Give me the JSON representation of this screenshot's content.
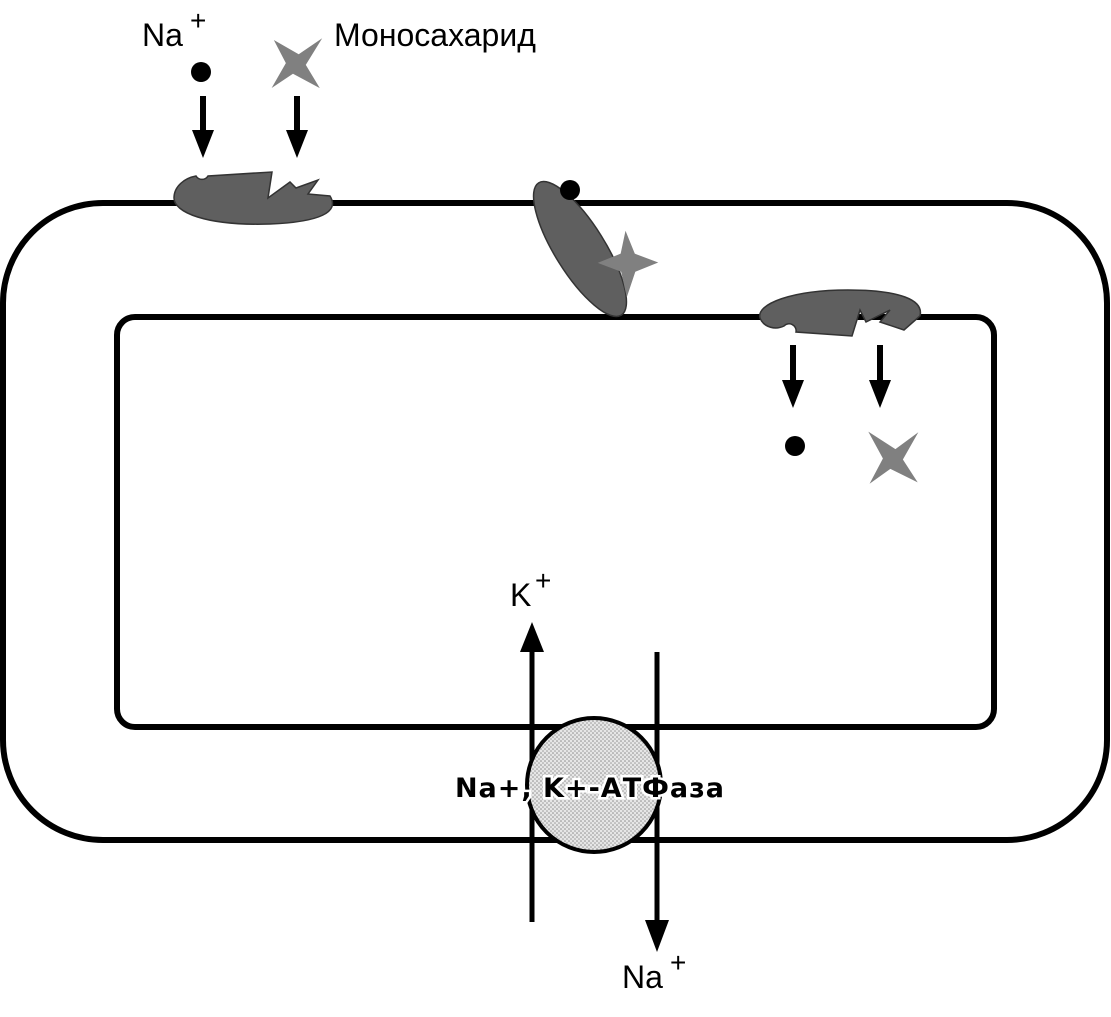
{
  "labels": {
    "na_top": "Na",
    "na_top_sup": "+",
    "monosaccharide": "Моносахарид",
    "k_label": "K",
    "k_label_sup": "+",
    "na_bottom": "Na",
    "na_bottom_sup": "+",
    "atpase": "Na+, K+-АТФаза"
  },
  "colors": {
    "transporter": "#5f5f5f",
    "monosaccharide": "#808080",
    "ion": "#000000",
    "atpase_fill": "#d0d0d0",
    "membrane": "#000000"
  },
  "icons": {
    "sodium": "filled-circle",
    "monosaccharide": "four-point-star"
  }
}
